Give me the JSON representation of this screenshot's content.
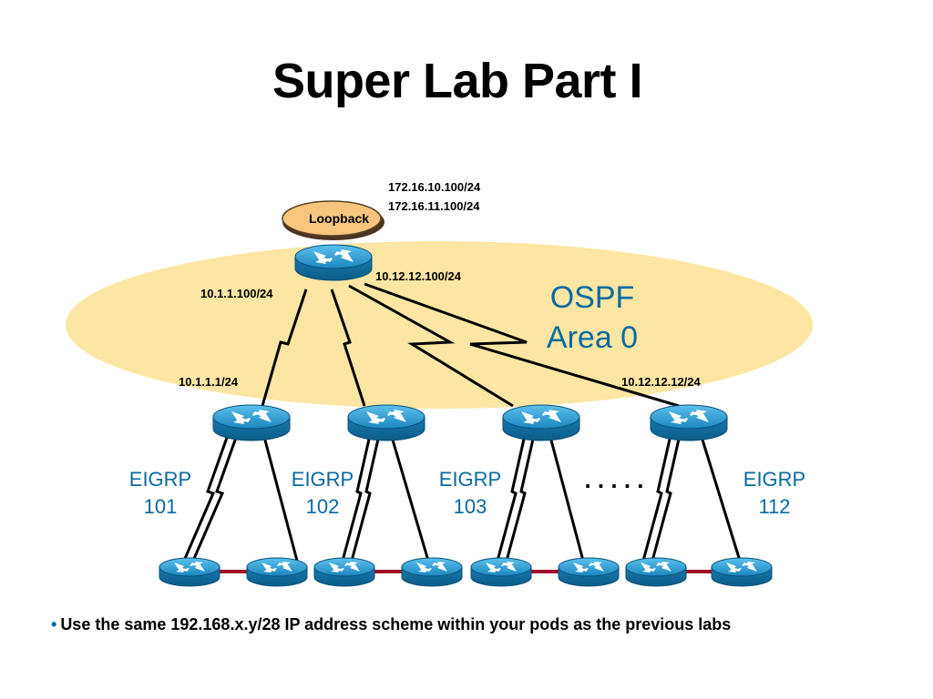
{
  "title": "Super Lab Part I",
  "loopback": {
    "label": "Loopback",
    "addresses": [
      "172.16.10.100/24",
      "172.16.11.100/24"
    ]
  },
  "ospf": {
    "line1": "OSPF",
    "line2": "Area 0"
  },
  "links": {
    "core_left_ip": "10.1.1.100/24",
    "core_right_ip": "10.12.12.100/24",
    "pod1_ip": "10.1.1.1/24",
    "pod_last_ip": "10.12.12.12/24"
  },
  "pods": [
    {
      "protocol": "EIGRP",
      "as": "101"
    },
    {
      "protocol": "EIGRP",
      "as": "102"
    },
    {
      "protocol": "EIGRP",
      "as": "103"
    },
    {
      "protocol": "EIGRP",
      "as": "112"
    }
  ],
  "ellipsis": ". . . . .",
  "note": {
    "bullet": "•",
    "text": "Use the same 192.168.x.y/28 IP address scheme within your pods as the previous labs"
  },
  "colors": {
    "accent_blue": "#0a6aa1",
    "ospf_area": "#fde6a3",
    "loopback_fill": "#f7c57e",
    "router_blue": "#1b8fc7",
    "lan_link": "#a01028"
  }
}
